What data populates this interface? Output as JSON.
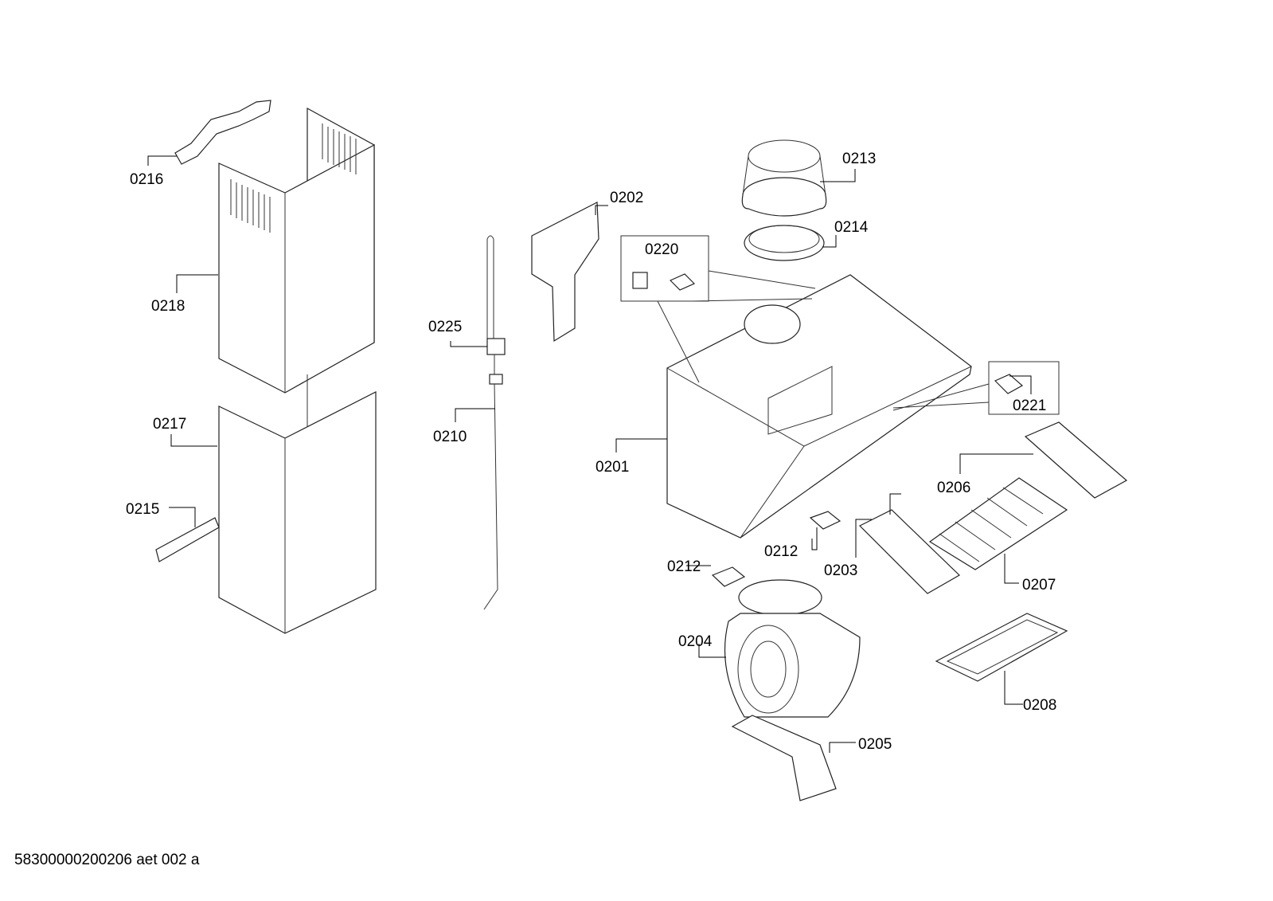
{
  "diagram": {
    "parts": {
      "p0216": "0216",
      "p0218": "0218",
      "p0217": "0217",
      "p0215": "0215",
      "p0225": "0225",
      "p0210": "0210",
      "p0202": "0202",
      "p0220": "0220",
      "p0213": "0213",
      "p0214": "0214",
      "p0201": "0201",
      "p0221": "0221",
      "p0206": "0206",
      "p0212a": "0212",
      "p0212b": "0212",
      "p0203": "0203",
      "p0207": "0207",
      "p0204": "0204",
      "p0208": "0208",
      "p0205": "0205"
    },
    "footer_code": "58300000200206 aet 002 a"
  }
}
